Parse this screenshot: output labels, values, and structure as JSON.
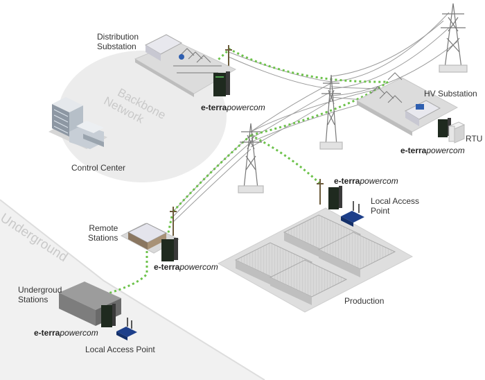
{
  "labels": {
    "distribution_substation": [
      "Distribution",
      "Substation"
    ],
    "backbone_network": [
      "Backbone",
      "Network"
    ],
    "control_center": "Control Center",
    "hv_substation": "HV Substation",
    "rtu": "RTU",
    "remote_stations": [
      "Remote",
      "Stations"
    ],
    "underground": "Underground",
    "underground_stations": [
      "Undergroud",
      "Stations"
    ],
    "local_access_point_1": [
      "Local Access",
      "Point"
    ],
    "local_access_point_2": "Local Access Point",
    "production": "Production"
  },
  "brand": {
    "bold": "e-terra",
    "italic": "powercom"
  },
  "colors": {
    "link": "#6cc24a",
    "tower": "#777777",
    "ground": "#e6e6e6",
    "device": "#1f2a1f",
    "radio": "#1d3f8a"
  }
}
